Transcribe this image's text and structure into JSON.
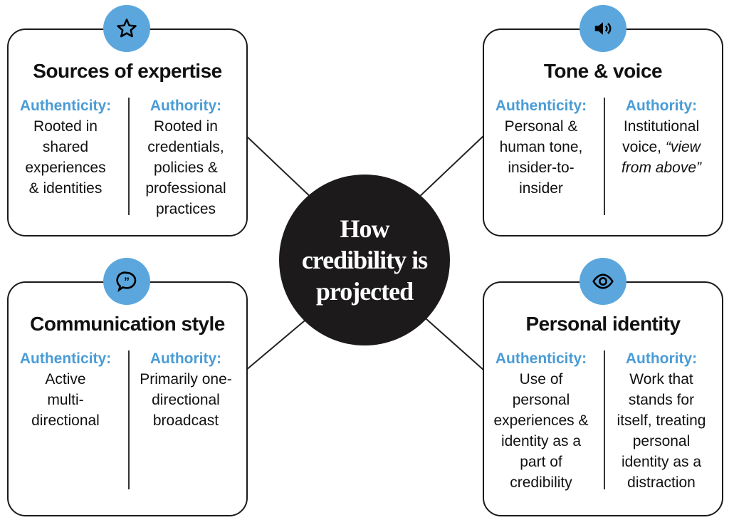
{
  "center": {
    "title": "How credibility is projected"
  },
  "accent": "#5ba7dd",
  "boxes": [
    {
      "icon": "star-icon",
      "title": "Sources of expertise",
      "auth_label": "Authenticity:",
      "auth_text": "Rooted in shared experiences & identities",
      "authority_label": "Authority:",
      "authority_text": "Rooted in credentials, policies & professional practices"
    },
    {
      "icon": "speaker-icon",
      "title": "Tone & voice",
      "auth_label": "Authenticity:",
      "auth_text": "Personal & human tone, insider-to-insider",
      "authority_label": "Authority:",
      "authority_text": "Institutional voice,",
      "authority_em": "“view from above”"
    },
    {
      "icon": "quote-bubble-icon",
      "title": "Communication style",
      "auth_label": "Authenticity:",
      "auth_text": "Active multi-directional",
      "authority_label": "Authority:",
      "authority_text": "Primarily one-directional broadcast"
    },
    {
      "icon": "eye-icon",
      "title": "Personal identity",
      "auth_label": "Authenticity:",
      "auth_text": "Use of personal experiences & identity as a part of credibility",
      "authority_label": "Authority:",
      "authority_text": "Work that stands for itself, treating personal identity as a distraction"
    }
  ]
}
